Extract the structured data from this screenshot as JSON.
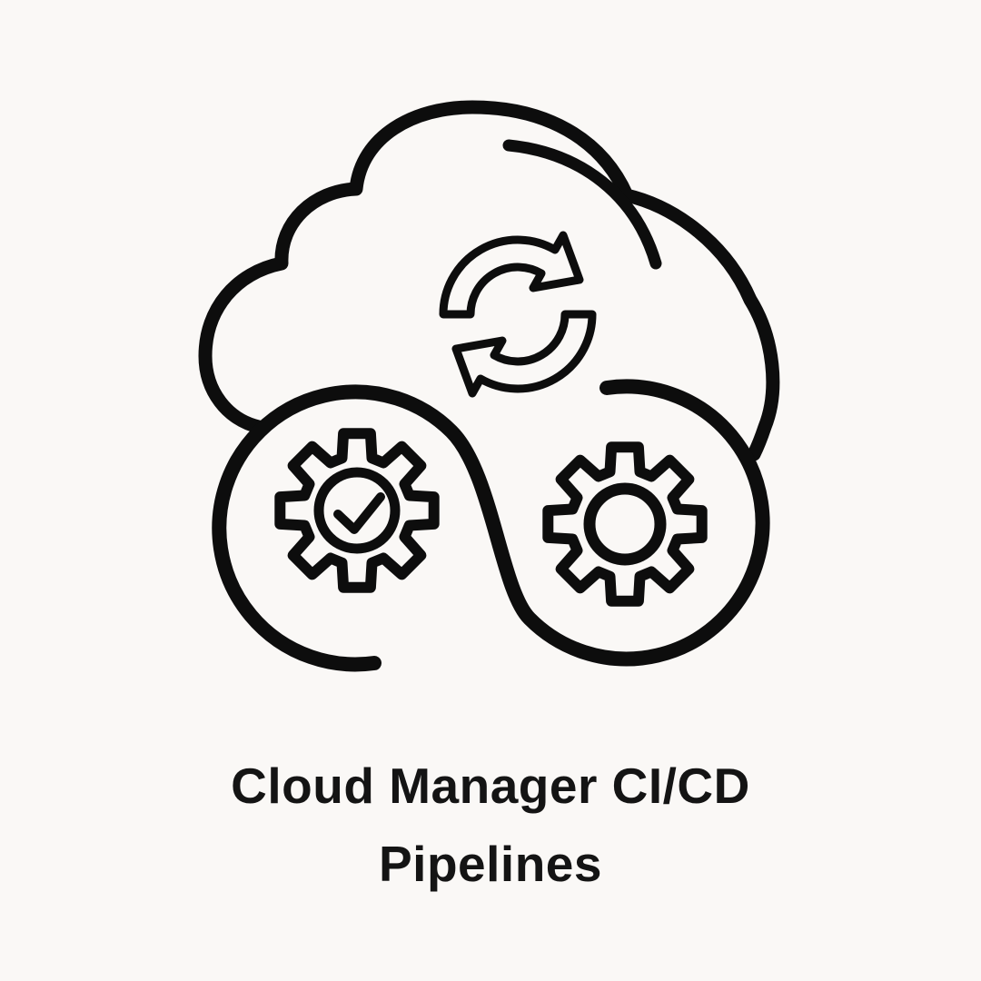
{
  "background_color": "#FAF8F6",
  "illustration": {
    "name": "cloud-cicd-pipelines-icon",
    "stroke_color": "#0D0D0D",
    "elements": [
      "cloud-outline",
      "cloud-accent-line",
      "sync-arrows",
      "infinity-pipeline-loop",
      "gear-with-checkmark",
      "gear-plain"
    ]
  },
  "caption": {
    "line1": "Cloud Manager CI/CD",
    "line2": "Pipelines",
    "color": "#141414"
  }
}
